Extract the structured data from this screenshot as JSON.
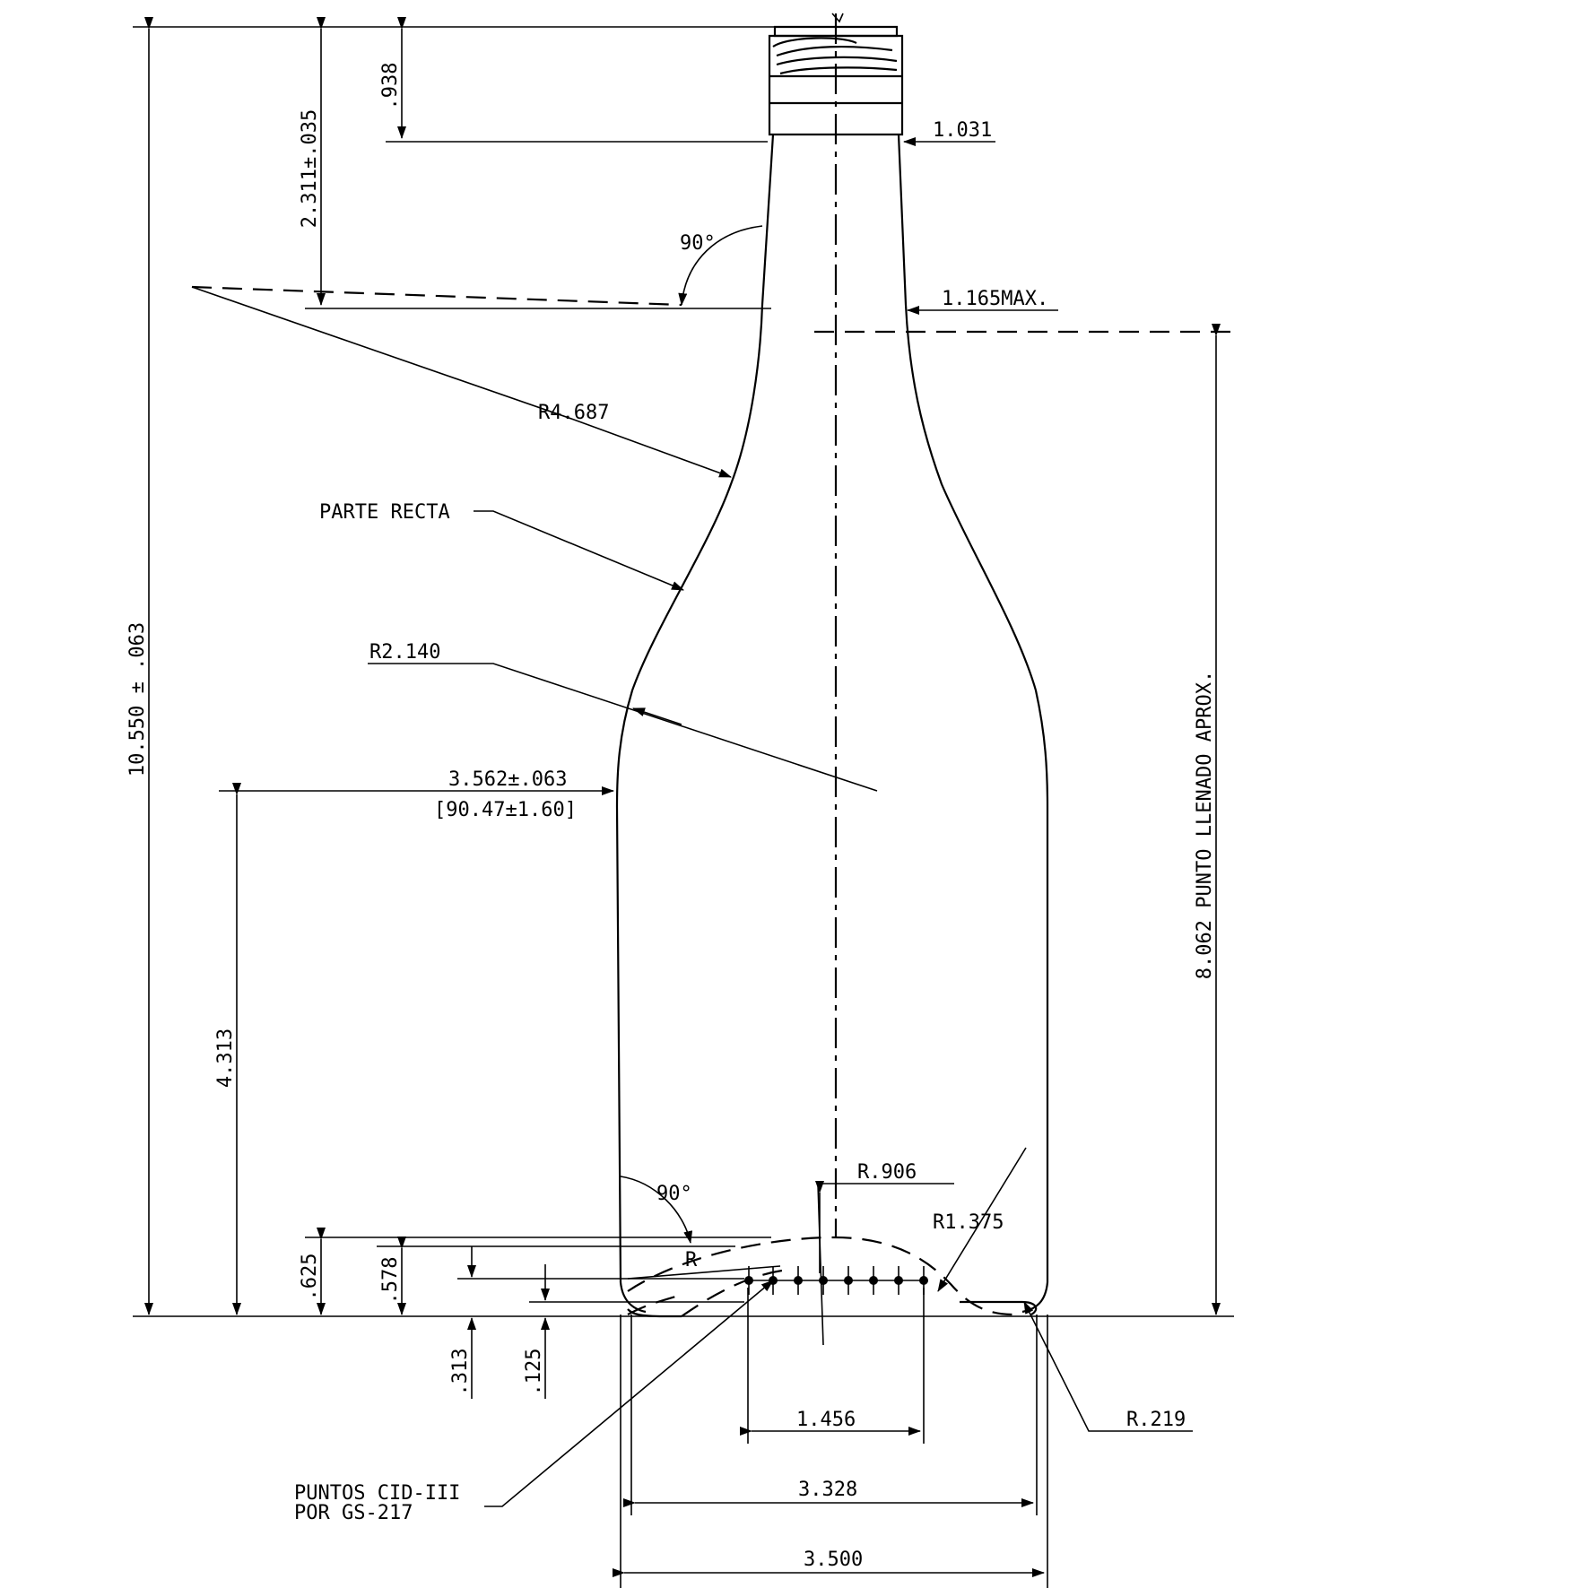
{
  "dimensions": {
    "finish_height": ".938",
    "neck_height": "2.311±.035",
    "finish_diameter": "1.031",
    "neck_diameter_max": "1.165MAX.",
    "angle_neck": "90°",
    "shoulder_radius": "R4.687",
    "straight_part": "PARTE RECTA",
    "heel_shoulder_radius": "R2.140",
    "body_diameter": "3.562±.063",
    "body_diameter_mm": "[90.47±1.60]",
    "overall_height": "10.550 ± .063",
    "fill_point": "8.062 PUNTO LLENADO APROX.",
    "body_height": "4.313",
    "angle_base": "90°",
    "punt_radius": "R.906",
    "base_radius": "R1.375",
    "base_dim_1": ".625",
    "base_dim_2": ".578",
    "base_dim_3": ".313",
    "base_dim_4": ".125",
    "r_label": "R",
    "heel_radius": "R.219",
    "cid_spacing": "1.456",
    "bearing_diameter": "3.328",
    "base_diameter": "3.500",
    "cid_note_line1": "PUNTOS CID-III",
    "cid_note_line2": "POR GS-217"
  }
}
